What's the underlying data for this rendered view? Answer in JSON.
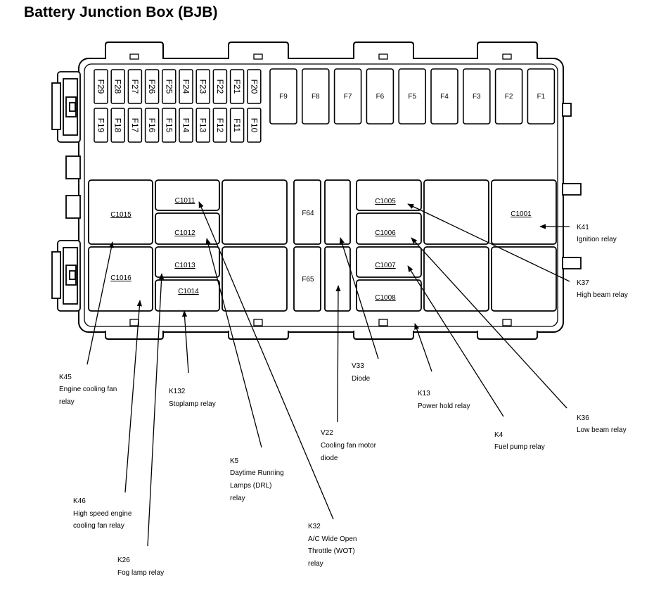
{
  "title": "Battery Junction Box (BJB)",
  "mini_fuses_top": [
    "F29",
    "F28",
    "F27",
    "F26",
    "F25",
    "F24",
    "F23",
    "F22",
    "F21",
    "F20"
  ],
  "mini_fuses_bottom": [
    "F19",
    "F18",
    "F17",
    "F16",
    "F15",
    "F14",
    "F13",
    "F12",
    "F11",
    "F10"
  ],
  "maxi_fuses": [
    "F9",
    "F8",
    "F7",
    "F6",
    "F5",
    "F4",
    "F3",
    "F2",
    "F1"
  ],
  "cartridge_fuses": [
    "F64",
    "F65"
  ],
  "connectors": {
    "c1015": "C1015",
    "c1016": "C1016",
    "c1011": "C1011",
    "c1012": "C1012",
    "c1013": "C1013",
    "c1014": "C1014",
    "c1005": "C1005",
    "c1006": "C1006",
    "c1007": "C1007",
    "c1008": "C1008",
    "c1001": "C1001"
  },
  "callouts": {
    "k41": [
      "K41",
      "Ignition relay"
    ],
    "k37": [
      "K37",
      "High beam relay"
    ],
    "k36": [
      "K36",
      "Low beam relay"
    ],
    "k4": [
      "K4",
      "Fuel pump relay"
    ],
    "k13": [
      "K13",
      "Power hold relay"
    ],
    "v33": [
      "V33",
      "Diode"
    ],
    "v22": [
      "V22",
      "Cooling fan motor",
      "diode"
    ],
    "k32": [
      "K32",
      "A/C Wide Open",
      "Throttle (WOT)",
      "relay"
    ],
    "k5": [
      "K5",
      "Daytime Running",
      "Lamps (DRL)",
      "relay"
    ],
    "k132": [
      "K132",
      "Stoplamp relay"
    ],
    "k45": [
      "K45",
      "Engine cooling fan",
      "relay"
    ],
    "k46": [
      "K46",
      "High speed engine",
      "cooling fan relay"
    ],
    "k26": [
      "K26",
      "Fog lamp relay"
    ]
  }
}
